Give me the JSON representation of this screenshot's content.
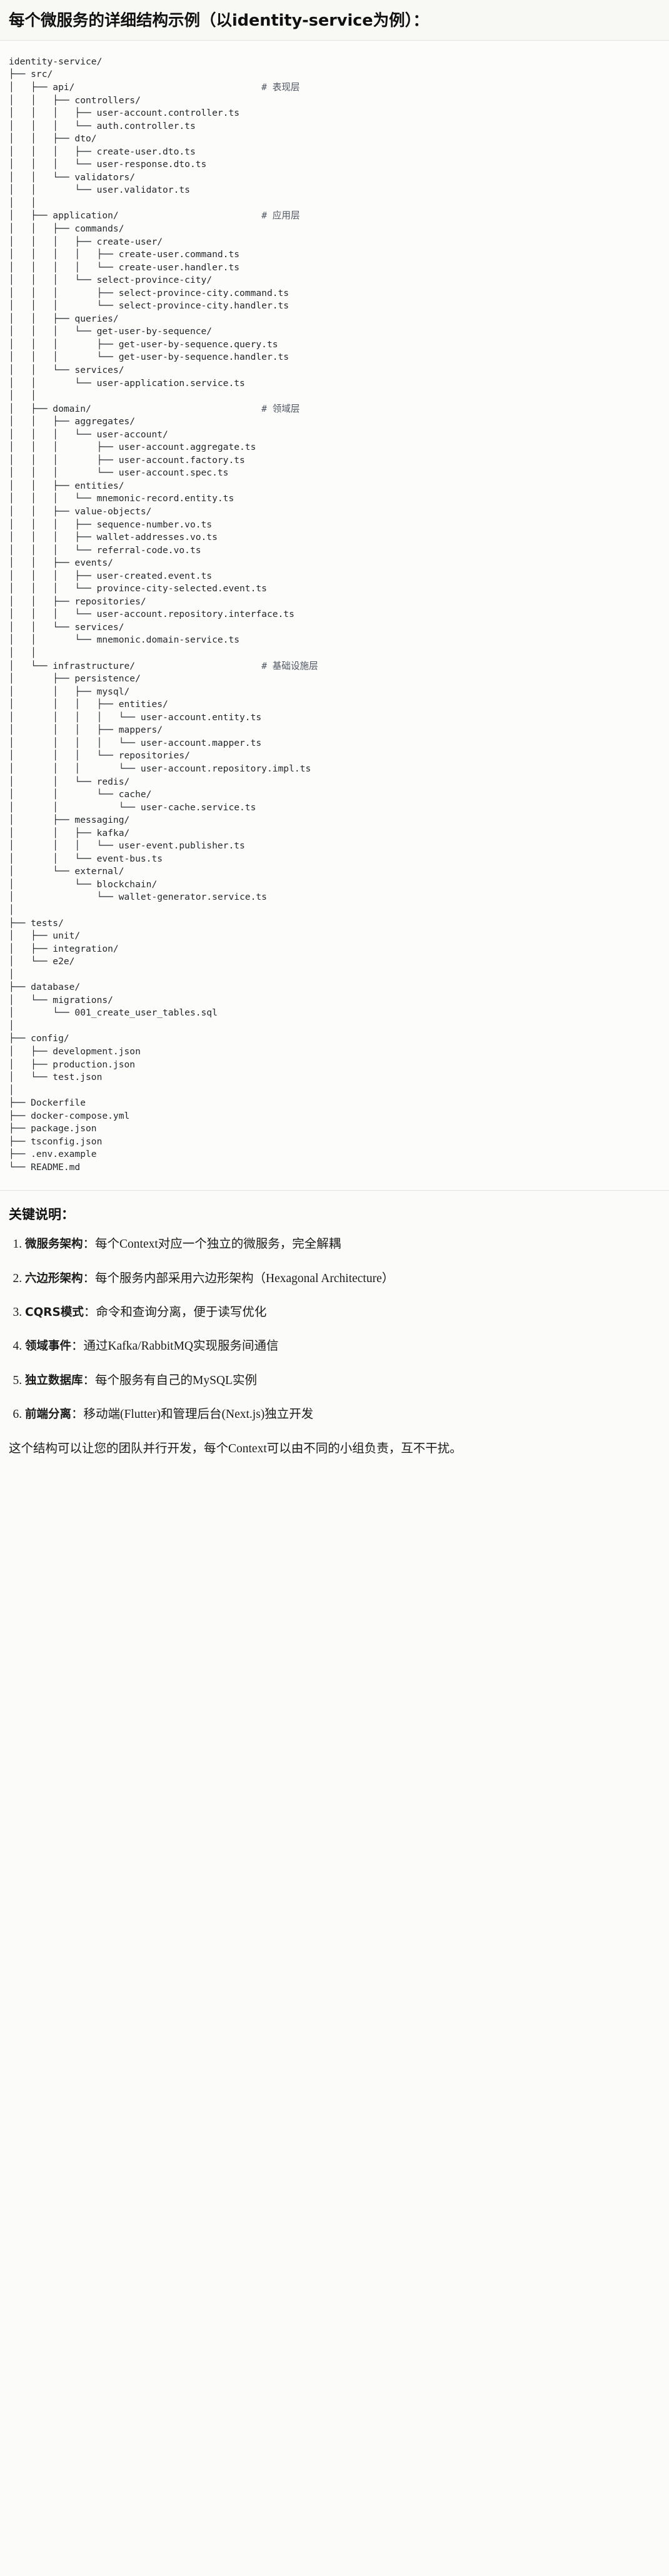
{
  "header": {
    "title": "每个微服务的详细结构示例（以identity-service为例）："
  },
  "tree": {
    "root": "identity-service/",
    "lines": [
      {
        "prefix": "",
        "name": "identity-service/",
        "comment": ""
      },
      {
        "prefix": "├── ",
        "name": "src/",
        "comment": ""
      },
      {
        "prefix": "│   ├── ",
        "name": "api/",
        "comment": "# 表现层"
      },
      {
        "prefix": "│   │   ├── ",
        "name": "controllers/",
        "comment": ""
      },
      {
        "prefix": "│   │   │   ├── ",
        "name": "user-account.controller.ts",
        "comment": ""
      },
      {
        "prefix": "│   │   │   └── ",
        "name": "auth.controller.ts",
        "comment": ""
      },
      {
        "prefix": "│   │   ├── ",
        "name": "dto/",
        "comment": ""
      },
      {
        "prefix": "│   │   │   ├── ",
        "name": "create-user.dto.ts",
        "comment": ""
      },
      {
        "prefix": "│   │   │   └── ",
        "name": "user-response.dto.ts",
        "comment": ""
      },
      {
        "prefix": "│   │   └── ",
        "name": "validators/",
        "comment": ""
      },
      {
        "prefix": "│   │       └── ",
        "name": "user.validator.ts",
        "comment": ""
      },
      {
        "prefix": "│   │",
        "name": "",
        "comment": ""
      },
      {
        "prefix": "│   ├── ",
        "name": "application/",
        "comment": "# 应用层"
      },
      {
        "prefix": "│   │   ├── ",
        "name": "commands/",
        "comment": ""
      },
      {
        "prefix": "│   │   │   ├── ",
        "name": "create-user/",
        "comment": ""
      },
      {
        "prefix": "│   │   │   │   ├── ",
        "name": "create-user.command.ts",
        "comment": ""
      },
      {
        "prefix": "│   │   │   │   └── ",
        "name": "create-user.handler.ts",
        "comment": ""
      },
      {
        "prefix": "│   │   │   └── ",
        "name": "select-province-city/",
        "comment": ""
      },
      {
        "prefix": "│   │   │       ├── ",
        "name": "select-province-city.command.ts",
        "comment": ""
      },
      {
        "prefix": "│   │   │       └── ",
        "name": "select-province-city.handler.ts",
        "comment": ""
      },
      {
        "prefix": "│   │   ├── ",
        "name": "queries/",
        "comment": ""
      },
      {
        "prefix": "│   │   │   └── ",
        "name": "get-user-by-sequence/",
        "comment": ""
      },
      {
        "prefix": "│   │   │       ├── ",
        "name": "get-user-by-sequence.query.ts",
        "comment": ""
      },
      {
        "prefix": "│   │   │       └── ",
        "name": "get-user-by-sequence.handler.ts",
        "comment": ""
      },
      {
        "prefix": "│   │   └── ",
        "name": "services/",
        "comment": ""
      },
      {
        "prefix": "│   │       └── ",
        "name": "user-application.service.ts",
        "comment": ""
      },
      {
        "prefix": "│   │",
        "name": "",
        "comment": ""
      },
      {
        "prefix": "│   ├── ",
        "name": "domain/",
        "comment": "# 领域层"
      },
      {
        "prefix": "│   │   ├── ",
        "name": "aggregates/",
        "comment": ""
      },
      {
        "prefix": "│   │   │   └── ",
        "name": "user-account/",
        "comment": ""
      },
      {
        "prefix": "│   │   │       ├── ",
        "name": "user-account.aggregate.ts",
        "comment": ""
      },
      {
        "prefix": "│   │   │       ├── ",
        "name": "user-account.factory.ts",
        "comment": ""
      },
      {
        "prefix": "│   │   │       └── ",
        "name": "user-account.spec.ts",
        "comment": ""
      },
      {
        "prefix": "│   │   ├── ",
        "name": "entities/",
        "comment": ""
      },
      {
        "prefix": "│   │   │   └── ",
        "name": "mnemonic-record.entity.ts",
        "comment": ""
      },
      {
        "prefix": "│   │   ├── ",
        "name": "value-objects/",
        "comment": ""
      },
      {
        "prefix": "│   │   │   ├── ",
        "name": "sequence-number.vo.ts",
        "comment": ""
      },
      {
        "prefix": "│   │   │   ├── ",
        "name": "wallet-addresses.vo.ts",
        "comment": ""
      },
      {
        "prefix": "│   │   │   └── ",
        "name": "referral-code.vo.ts",
        "comment": ""
      },
      {
        "prefix": "│   │   ├── ",
        "name": "events/",
        "comment": ""
      },
      {
        "prefix": "│   │   │   ├── ",
        "name": "user-created.event.ts",
        "comment": ""
      },
      {
        "prefix": "│   │   │   └── ",
        "name": "province-city-selected.event.ts",
        "comment": ""
      },
      {
        "prefix": "│   │   ├── ",
        "name": "repositories/",
        "comment": ""
      },
      {
        "prefix": "│   │   │   └── ",
        "name": "user-account.repository.interface.ts",
        "comment": ""
      },
      {
        "prefix": "│   │   └── ",
        "name": "services/",
        "comment": ""
      },
      {
        "prefix": "│   │       └── ",
        "name": "mnemonic.domain-service.ts",
        "comment": ""
      },
      {
        "prefix": "│   │",
        "name": "",
        "comment": ""
      },
      {
        "prefix": "│   └── ",
        "name": "infrastructure/",
        "comment": "# 基础设施层"
      },
      {
        "prefix": "│       ├── ",
        "name": "persistence/",
        "comment": ""
      },
      {
        "prefix": "│       │   ├── ",
        "name": "mysql/",
        "comment": ""
      },
      {
        "prefix": "│       │   │   ├── ",
        "name": "entities/",
        "comment": ""
      },
      {
        "prefix": "│       │   │   │   └── ",
        "name": "user-account.entity.ts",
        "comment": ""
      },
      {
        "prefix": "│       │   │   ├── ",
        "name": "mappers/",
        "comment": ""
      },
      {
        "prefix": "│       │   │   │   └── ",
        "name": "user-account.mapper.ts",
        "comment": ""
      },
      {
        "prefix": "│       │   │   └── ",
        "name": "repositories/",
        "comment": ""
      },
      {
        "prefix": "│       │   │       └── ",
        "name": "user-account.repository.impl.ts",
        "comment": ""
      },
      {
        "prefix": "│       │   └── ",
        "name": "redis/",
        "comment": ""
      },
      {
        "prefix": "│       │       └── ",
        "name": "cache/",
        "comment": ""
      },
      {
        "prefix": "│       │           └── ",
        "name": "user-cache.service.ts",
        "comment": ""
      },
      {
        "prefix": "│       ├── ",
        "name": "messaging/",
        "comment": ""
      },
      {
        "prefix": "│       │   ├── ",
        "name": "kafka/",
        "comment": ""
      },
      {
        "prefix": "│       │   │   └── ",
        "name": "user-event.publisher.ts",
        "comment": ""
      },
      {
        "prefix": "│       │   └── ",
        "name": "event-bus.ts",
        "comment": ""
      },
      {
        "prefix": "│       └── ",
        "name": "external/",
        "comment": ""
      },
      {
        "prefix": "│           └── ",
        "name": "blockchain/",
        "comment": ""
      },
      {
        "prefix": "│               └── ",
        "name": "wallet-generator.service.ts",
        "comment": ""
      },
      {
        "prefix": "│",
        "name": "",
        "comment": ""
      },
      {
        "prefix": "├── ",
        "name": "tests/",
        "comment": ""
      },
      {
        "prefix": "│   ├── ",
        "name": "unit/",
        "comment": ""
      },
      {
        "prefix": "│   ├── ",
        "name": "integration/",
        "comment": ""
      },
      {
        "prefix": "│   └── ",
        "name": "e2e/",
        "comment": ""
      },
      {
        "prefix": "│",
        "name": "",
        "comment": ""
      },
      {
        "prefix": "├── ",
        "name": "database/",
        "comment": ""
      },
      {
        "prefix": "│   └── ",
        "name": "migrations/",
        "comment": ""
      },
      {
        "prefix": "│       └── ",
        "name": "001_create_user_tables.sql",
        "comment": ""
      },
      {
        "prefix": "│",
        "name": "",
        "comment": ""
      },
      {
        "prefix": "├── ",
        "name": "config/",
        "comment": ""
      },
      {
        "prefix": "│   ├── ",
        "name": "development.json",
        "comment": ""
      },
      {
        "prefix": "│   ├── ",
        "name": "production.json",
        "comment": ""
      },
      {
        "prefix": "│   └── ",
        "name": "test.json",
        "comment": ""
      },
      {
        "prefix": "│",
        "name": "",
        "comment": ""
      },
      {
        "prefix": "├── ",
        "name": "Dockerfile",
        "comment": ""
      },
      {
        "prefix": "├── ",
        "name": "docker-compose.yml",
        "comment": ""
      },
      {
        "prefix": "├── ",
        "name": "package.json",
        "comment": ""
      },
      {
        "prefix": "├── ",
        "name": "tsconfig.json",
        "comment": ""
      },
      {
        "prefix": "├── ",
        "name": ".env.example",
        "comment": ""
      },
      {
        "prefix": "└── ",
        "name": "README.md",
        "comment": ""
      }
    ]
  },
  "notes": {
    "title": "关键说明：",
    "items": [
      {
        "term": "微服务架构",
        "sep": "：",
        "text": "每个Context对应一个独立的微服务，完全解耦"
      },
      {
        "term": "六边形架构",
        "sep": "：",
        "text": "每个服务内部采用六边形架构（Hexagonal Architecture）"
      },
      {
        "term": "CQRS模式",
        "sep": "：",
        "text": "命令和查询分离，便于读写优化"
      },
      {
        "term": "领域事件",
        "sep": "：",
        "text": "通过Kafka/RabbitMQ实现服务间通信"
      },
      {
        "term": "独立数据库",
        "sep": "：",
        "text": "每个服务有自己的MySQL实例"
      },
      {
        "term": "前端分离",
        "sep": "：",
        "text": "移动端(Flutter)和管理后台(Next.js)独立开发"
      }
    ],
    "closing": "这个结构可以让您的团队并行开发，每个Context可以由不同的小组负责，互不干扰。"
  }
}
